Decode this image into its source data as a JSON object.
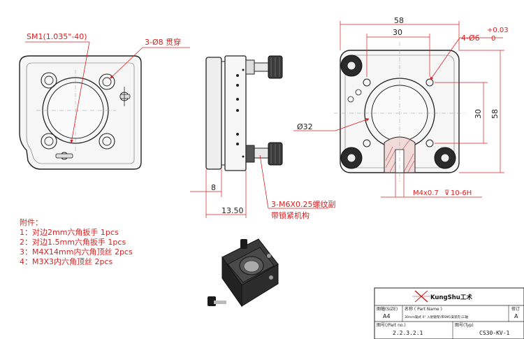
{
  "front_view": {
    "sm1_label": "SM1(1.035\"-40)",
    "hole_label": "3-Ø8 贯穿"
  },
  "side_view": {
    "dim_8": "8",
    "dim_13_50": "13.50",
    "screw_label_1": "3-M6X0.25螺纹副",
    "screw_label_2": "带锁紧机构"
  },
  "back_view": {
    "dim_58_top": "58",
    "dim_30_top": "30",
    "hole_label": "4-Ø6",
    "tol_plus": "+0.03",
    "tol_zero": "0",
    "dim_30_right": "30",
    "dim_58_right": "58",
    "bore_label": "Ø32",
    "tap_label": "M4x0.7",
    "tap_depth": "10-6H"
  },
  "notes": {
    "title": "附件：",
    "items": [
      "1：对边2mm六角扳手     1pcs",
      "2：对边1.5mm六角扳手   1pcs",
      "3：M4X14mm内六角顶丝  2pcs",
      "4：M3X3内六角顶丝  2pcs"
    ]
  },
  "title_block": {
    "brand": "KungShu工术",
    "size_header": "图幅(SIZE)",
    "size_value": "A4",
    "name_header": "名称 ( Part Name )",
    "name_value": "30mm笼式 0° 入射镜架\\带SM1安装孔\\三轴",
    "rev_header": "修订",
    "rev_value": "A",
    "part_no_header": "图号(/Part no.)",
    "part_no_value": "2.2.3.2.1",
    "type_header": "图号(Typ)",
    "type_value": "CS30-KV-1"
  },
  "colors": {
    "line": "#222222",
    "annotation": "#d82020",
    "body_fill": "#f2f2f2"
  }
}
